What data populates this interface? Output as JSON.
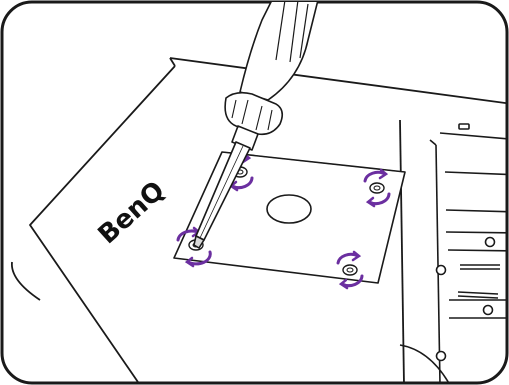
{
  "illustration": {
    "title": "",
    "brand_logo_text": "BenQ",
    "screws": [
      {
        "name": "top-left"
      },
      {
        "name": "top-right"
      },
      {
        "name": "bottom-left"
      },
      {
        "name": "bottom-right"
      }
    ],
    "colors": {
      "line": "#1a1a1a",
      "rotation_arrow": "#6b2fa0",
      "monitor_fill": "#ffffff",
      "screwdriver_tip": "#d9d9d9"
    },
    "icons": [
      "screwdriver-icon",
      "rotation-arrow-icon",
      "screw-icon"
    ]
  }
}
